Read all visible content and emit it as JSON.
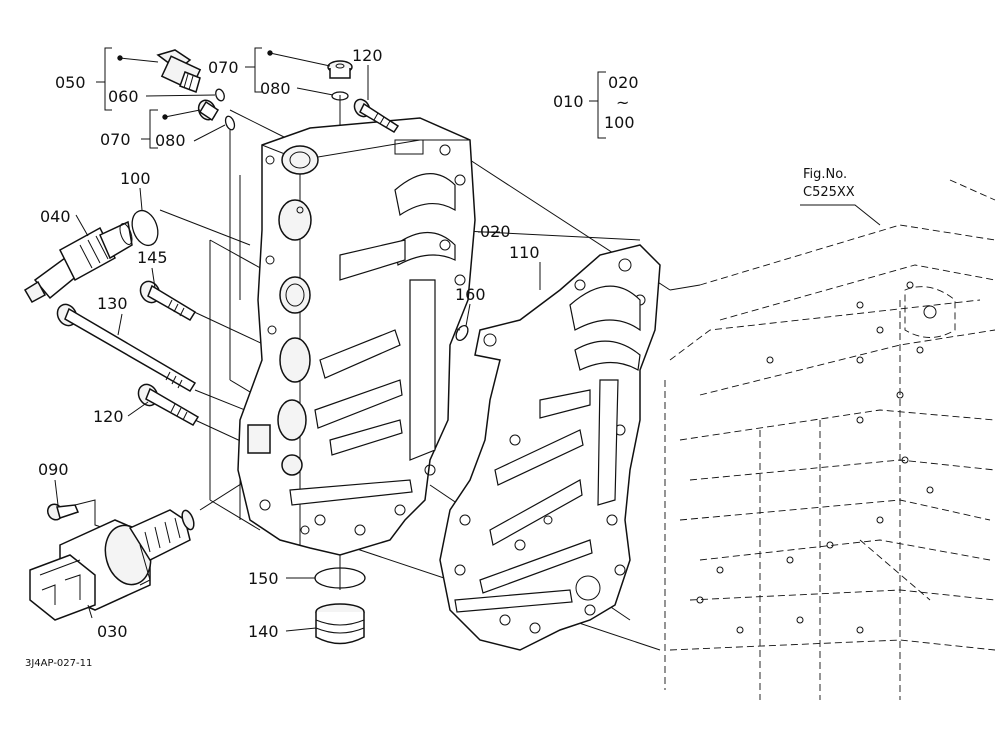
{
  "labels": {
    "l050": "050",
    "l060": "060",
    "l070a": "070",
    "l080a": "080",
    "l070b": "070",
    "l080b": "080",
    "l120a": "120",
    "l010": "010",
    "l020a": "020",
    "l_tilde": "~",
    "l100a": "100",
    "l100b": "100",
    "l040": "040",
    "l145": "145",
    "l130": "130",
    "l120b": "120",
    "l090": "090",
    "l030": "030",
    "l150": "150",
    "l140": "140",
    "l020b": "020",
    "l110": "110",
    "l160": "160"
  },
  "figref": {
    "line1": "Fig.No.",
    "line2": "C525XX"
  },
  "drawing_code": "3J4AP-027-11"
}
